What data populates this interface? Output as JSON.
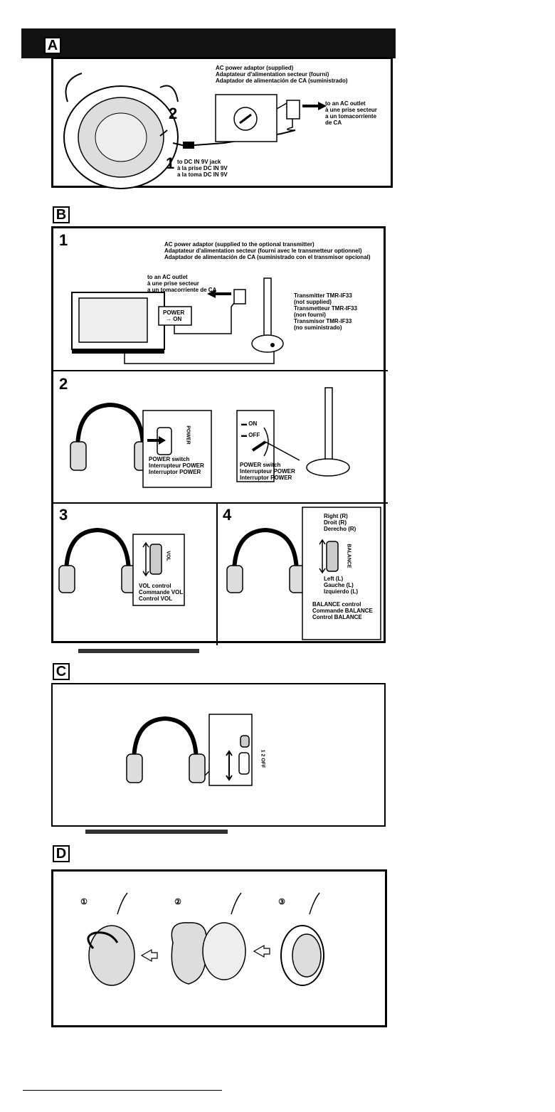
{
  "sections": {
    "A": {
      "letter": "A",
      "adaptor_label": [
        "AC power adaptor (supplied)",
        "Adaptateur d'alimentation secteur (fourni)",
        "Adaptador de alimentación de CA (suministrado)"
      ],
      "outlet_label": [
        "to an AC outlet",
        "à une prise secteur",
        "a un tomacorriente",
        "de CA"
      ],
      "jack_label": [
        "to DC IN 9V jack",
        "à la prise DC IN 9V",
        "a la toma DC IN 9V"
      ],
      "step1": "1",
      "step2": "2"
    },
    "B": {
      "letter": "B",
      "step1": {
        "num": "1",
        "adaptor_label": [
          "AC power adaptor (supplied to the optional transmitter)",
          "Adaptateur d'alimentation secteur (fourni avec le transmetteur optionnel)",
          "Adaptador de alimentación de CA (suministrado con el transmisor opcional)"
        ],
        "outlet_label": [
          "to an AC outlet",
          "à une prise secteur",
          "a un tomacorriente de CA"
        ],
        "power_label": [
          "POWER",
          "→ ON"
        ],
        "transmitter_label": [
          "Transmitter TMR-IF33",
          "(not supplied)",
          "Transmetteur TMR-IF33",
          "(non fourni)",
          "Transmisor TMR-IF33",
          "(no suministrado)"
        ]
      },
      "step2": {
        "num": "2",
        "switch_word": "POWER",
        "headphone_switch_label": [
          "POWER switch",
          "Interrupteur POWER",
          "Interruptor POWER"
        ],
        "on_label": "ON",
        "off_label": "OFF",
        "transmitter_switch_label": [
          "POWER switch",
          "Interrupteur POWER",
          "Interruptor POWER"
        ]
      },
      "step3": {
        "num": "3",
        "knob_word": "VOL",
        "vol_label": [
          "VOL control",
          "Commande VOL",
          "Control VOL"
        ]
      },
      "step4": {
        "num": "4",
        "knob_word": "BALANCE",
        "right_label": [
          "Right (R)",
          "Droit (R)",
          "Derecho (R)"
        ],
        "left_label": [
          "Left (L)",
          "Gauche (L)",
          "Izquierdo (L)"
        ],
        "balance_label": [
          "BALANCE control",
          "Commande BALANCE",
          "Control BALANCE"
        ]
      }
    },
    "C": {
      "letter": "C",
      "switch_marks": [
        "1",
        "2",
        "OFF"
      ]
    },
    "D": {
      "letter": "D",
      "steps": [
        "①",
        "②",
        "③"
      ]
    }
  }
}
